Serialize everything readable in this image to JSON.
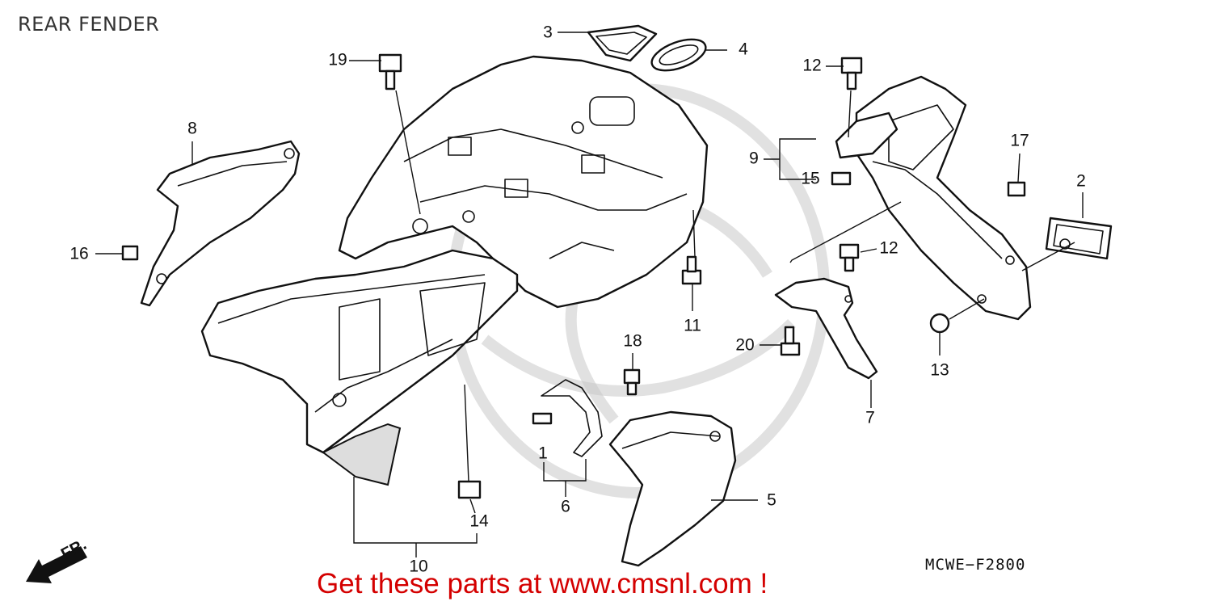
{
  "diagram": {
    "title": "REAR FENDER",
    "drawing_code": "MCWE−F2800",
    "promo": "Get these parts at www.cmsnl.com !",
    "front_indicator": "FR.",
    "callouts": [
      {
        "id": "c1",
        "label": "1"
      },
      {
        "id": "c2",
        "label": "2"
      },
      {
        "id": "c3",
        "label": "3"
      },
      {
        "id": "c4",
        "label": "4"
      },
      {
        "id": "c5",
        "label": "5"
      },
      {
        "id": "c6",
        "label": "6"
      },
      {
        "id": "c7",
        "label": "7"
      },
      {
        "id": "c8",
        "label": "8"
      },
      {
        "id": "c9",
        "label": "9"
      },
      {
        "id": "c10",
        "label": "10"
      },
      {
        "id": "c11",
        "label": "11"
      },
      {
        "id": "c12a",
        "label": "12"
      },
      {
        "id": "c12b",
        "label": "12"
      },
      {
        "id": "c13",
        "label": "13"
      },
      {
        "id": "c14",
        "label": "14"
      },
      {
        "id": "c15",
        "label": "15"
      },
      {
        "id": "c16",
        "label": "16"
      },
      {
        "id": "c17",
        "label": "17"
      },
      {
        "id": "c18",
        "label": "18"
      },
      {
        "id": "c19",
        "label": "19"
      },
      {
        "id": "c20",
        "label": "20"
      }
    ]
  }
}
